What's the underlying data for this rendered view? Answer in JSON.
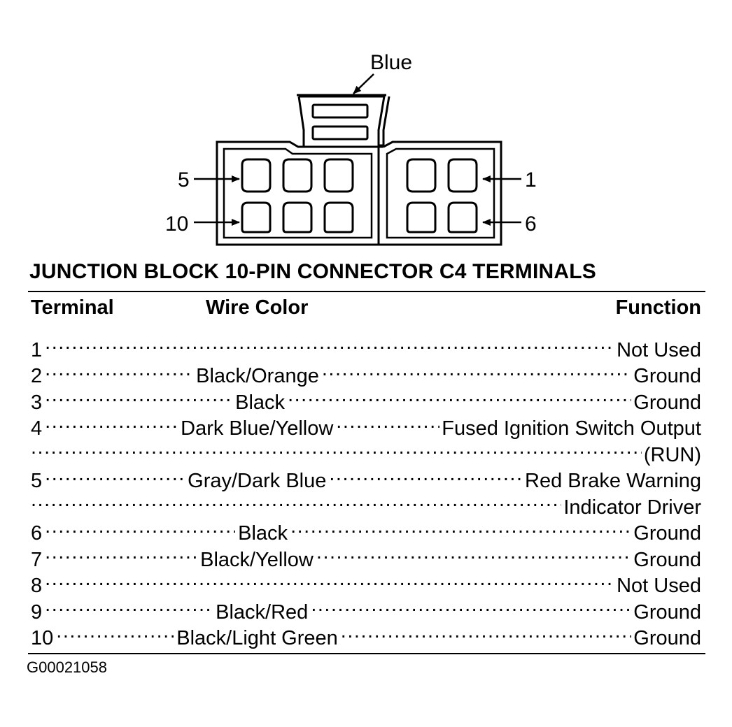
{
  "diagram": {
    "key_label": "Blue",
    "pin_labels": {
      "top_left": "5",
      "bottom_left": "10",
      "top_right": "1",
      "bottom_right": "6"
    }
  },
  "title": "JUNCTION BLOCK 10-PIN CONNECTOR C4 TERMINALS",
  "table": {
    "headers": {
      "terminal": "Terminal",
      "wire_color": "Wire Color",
      "function": "Function"
    },
    "rows": [
      {
        "terminal": "1",
        "wire_color": "",
        "function": "Not Used"
      },
      {
        "terminal": "2",
        "wire_color": "Black/Orange",
        "function": "Ground"
      },
      {
        "terminal": "3",
        "wire_color": "Black",
        "function": "Ground"
      },
      {
        "terminal": "4",
        "wire_color": "Dark Blue/Yellow",
        "function": "Fused Ignition Switch Output"
      },
      {
        "terminal": "",
        "wire_color": "",
        "function": "(RUN)"
      },
      {
        "terminal": "5",
        "wire_color": "Gray/Dark Blue",
        "function": "Red Brake Warning"
      },
      {
        "terminal": "",
        "wire_color": "",
        "function": "Indicator Driver"
      },
      {
        "terminal": "6",
        "wire_color": "Black",
        "function": "Ground"
      },
      {
        "terminal": "7",
        "wire_color": "Black/Yellow",
        "function": "Ground"
      },
      {
        "terminal": "8",
        "wire_color": "",
        "function": "Not Used"
      },
      {
        "terminal": "9",
        "wire_color": "Black/Red",
        "function": "Ground"
      },
      {
        "terminal": "10",
        "wire_color": "Black/Light Green",
        "function": "Ground"
      }
    ]
  },
  "figure_id": "G00021058"
}
